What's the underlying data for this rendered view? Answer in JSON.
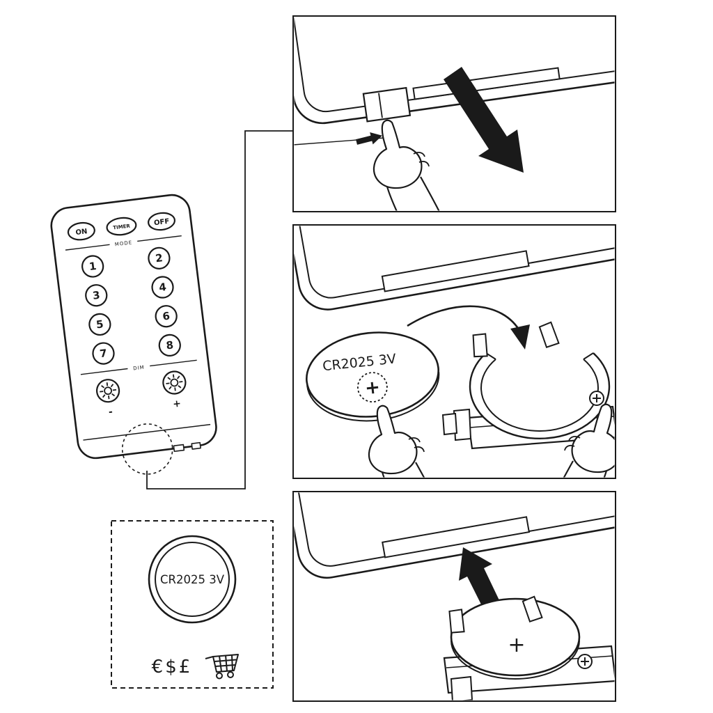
{
  "remote": {
    "power_buttons": [
      "ON",
      "TIMER",
      "OFF"
    ],
    "mode_label": "MODE",
    "number_buttons": [
      "1",
      "2",
      "3",
      "4",
      "5",
      "6",
      "7",
      "8"
    ],
    "dim_label": "DIM",
    "brightness_minus_label": "-",
    "brightness_plus_label": "+"
  },
  "battery_box": {
    "battery_label": "CR2025 3V",
    "currency_text": "€$£"
  },
  "panels": {
    "step2_battery_label": "CR2025 3V",
    "step2_polarity": "+",
    "step3_polarity": "+"
  },
  "icons": {
    "brightness": "sun",
    "cart": "shopping-cart",
    "screw": "phillips-screw",
    "hand": "pointing-hand"
  },
  "colors": {
    "line": "#1a1a1a",
    "background": "#ffffff"
  }
}
